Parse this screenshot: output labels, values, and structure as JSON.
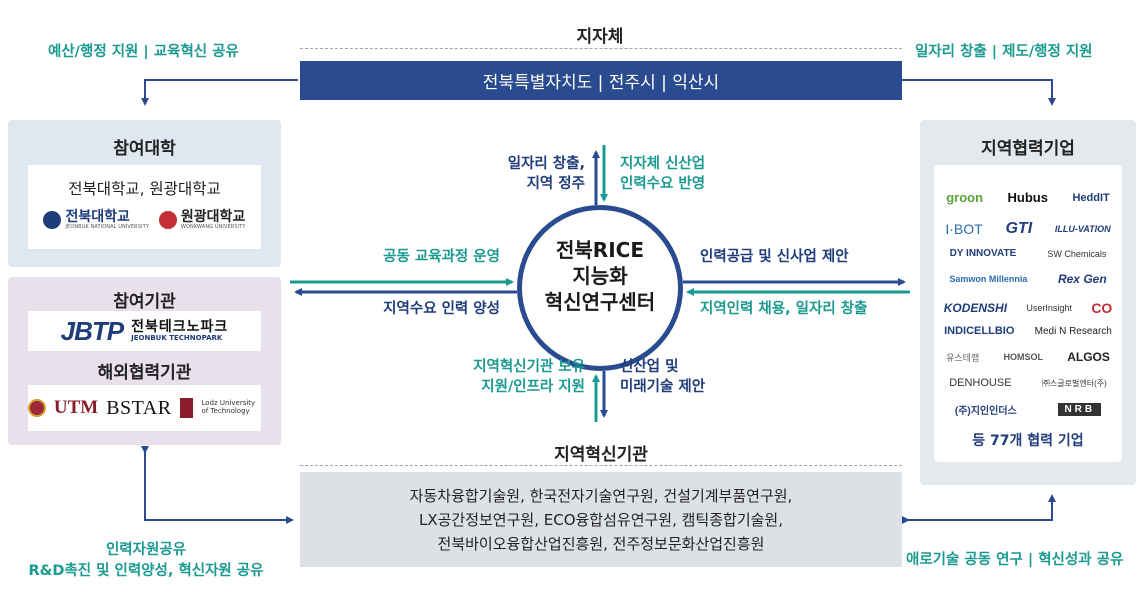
{
  "top": {
    "title": "지자체",
    "bar": "전북특별자치도  |  전주시  |  익산시",
    "left_label": "예산/행정 지원 | 교육혁신 공유",
    "right_label": "일자리 창출 | 제도/행정 지원"
  },
  "left": {
    "univ_title": "참여대학",
    "univ_names": "전북대학교, 원광대학교",
    "univ_logos": [
      {
        "name": "전북대학교",
        "sub": "JEONBUK NATIONAL UNIVERSITY",
        "color": "#1f3d7a"
      },
      {
        "name": "원광대학교",
        "sub": "WONKWANG UNIVERSITY",
        "color": "#c42f35"
      }
    ],
    "inst_title": "참여기관",
    "jbtp_mark": "JBTP",
    "jbtp_ko": "전북테크노파크",
    "jbtp_en": "JEONBUK TECHNOPARK",
    "overseas_title": "해외협력기관",
    "overseas_logos": [
      "UTM",
      "BSTAR",
      "Lodz University of Technology"
    ]
  },
  "right": {
    "title": "지역협력기업",
    "count": "등 77개 협력 기업",
    "rows": [
      [
        "groon",
        "Hubus",
        "HeddIT"
      ],
      [
        "I·BOT",
        "GTI",
        "ILLU-VATION"
      ],
      [
        "DY INNOVATE",
        "SW Chemicals"
      ],
      [
        "Samwon Millennia",
        "Rex Gen"
      ],
      [
        "KODENSHI",
        "UserInsight",
        "CO"
      ],
      [
        "INDICELLBIO",
        "Medi N Research"
      ],
      [
        "유스테랩",
        "HOMSOL",
        "ALGOS"
      ],
      [
        "DENHOUSE",
        "㈜스글로벌엔터(주)"
      ],
      [
        "(주)지인인더스",
        "NRB"
      ]
    ]
  },
  "center": {
    "line1": "전북RICE",
    "line2": "지능화",
    "line3": "혁신연구센터",
    "top_left": "일자리 창출,\n지역 정주",
    "top_right": "지자체 신산업\n인력수요 반영",
    "left_top": "공동 교육과정 운영",
    "left_bottom": "지역수요 인력 양성",
    "right_top": "인력공급 및 신사업 제안",
    "right_bottom": "지역인력 채용, 일자리 창출",
    "bottom_left": "지역혁신기관 보유\n지원/인프라 지원",
    "bottom_right": "신산업 및\n미래기술 제안"
  },
  "bottom": {
    "title": "지역혁신기관",
    "lines": [
      "자동차융합기술원, 한국전자기술연구원, 건설기계부품연구원,",
      "LX공간정보연구원, ECO융합섬유연구원, 캠틱종합기술원,",
      "전북바이오융합산업진흥원, 전주정보문화산업진흥원"
    ],
    "left_label1": "인력자원공유",
    "left_label2": "R&D촉진 및 인력양성, 혁신자원 공유",
    "right_label": "애로기술 공동 연구 | 혁신성과 공유"
  },
  "colors": {
    "navy": "#2a4b8f",
    "teal": "#1b9a91"
  }
}
